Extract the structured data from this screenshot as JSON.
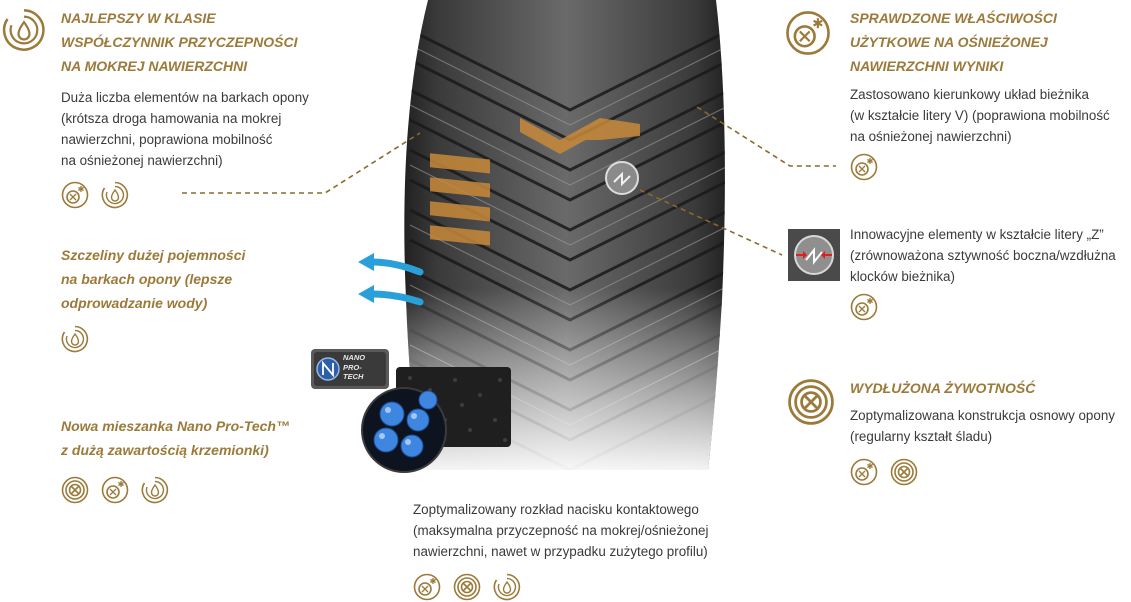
{
  "left": {
    "wet": {
      "heading_lines": [
        "NAJLEPSZY W KLASIE",
        "WSPÓŁCZYNNIK PRZYCZEPNOŚCI",
        "NA MOKREJ NAWIERZCHNI"
      ],
      "body_lines": [
        "Duża liczba elementów na barkach opony",
        "(krótsza droga hamowania na mokrej",
        "nawierzchni, poprawiona mobilność",
        "na ośnieżonej nawierzchni)"
      ]
    },
    "grooves": {
      "heading_lines": [
        "Szczeliny dużej pojemności",
        "na barkach opony (lepsze",
        "odprowadzanie wody)"
      ]
    },
    "compound": {
      "heading_lines": [
        "Nowa mieszanka Nano Pro-Tech™",
        "z dużą zawartością krzemionki)"
      ]
    }
  },
  "right": {
    "snow": {
      "heading_lines": [
        "SPRAWDZONE WŁAŚCIWOŚCI",
        "UŻYTKOWE NA OŚNIEŻONEJ",
        "NAWIERZCHNI WYNIKI"
      ],
      "body_lines": [
        "Zastosowano kierunkowy układ bieżnika",
        "(w kształcie litery V) (poprawiona mobilność",
        "na ośnieżonej nawierzchni)"
      ]
    },
    "z_elements": {
      "body_lines": [
        "Innowacyjne elementy w kształcie litery „Z”",
        "(zrównoważona sztywność boczna/wzdłużna",
        "klocków bieżnika)"
      ]
    },
    "life": {
      "heading_lines": [
        "WYDŁUŻONA ŻYWOTNOŚĆ"
      ],
      "body_lines": [
        "Zoptymalizowana konstrukcja osnowy opony",
        "(regularny kształt śladu)"
      ]
    }
  },
  "bottom": {
    "body_lines": [
      "Zoptymalizowany rozkład nacisku kontaktowego",
      "(maksymalna przyczepność na mokrej/ośnieżonej",
      "nawierzchni, nawet w przypadku zużytego profilu)"
    ]
  },
  "badge": {
    "lines": [
      "NANO",
      "PRO-",
      "TECH"
    ]
  },
  "icons": {
    "wet": "tire-water-drop-icon",
    "snow": "tire-snowflake-icon",
    "life": "tire-rings-icon",
    "z": "z-element-icon"
  },
  "colors": {
    "accent_gold": "#9b7a3a",
    "text": "#3a3a3a",
    "tread_orange": "#c8893a",
    "arrow_blue": "#2aa0d8"
  }
}
